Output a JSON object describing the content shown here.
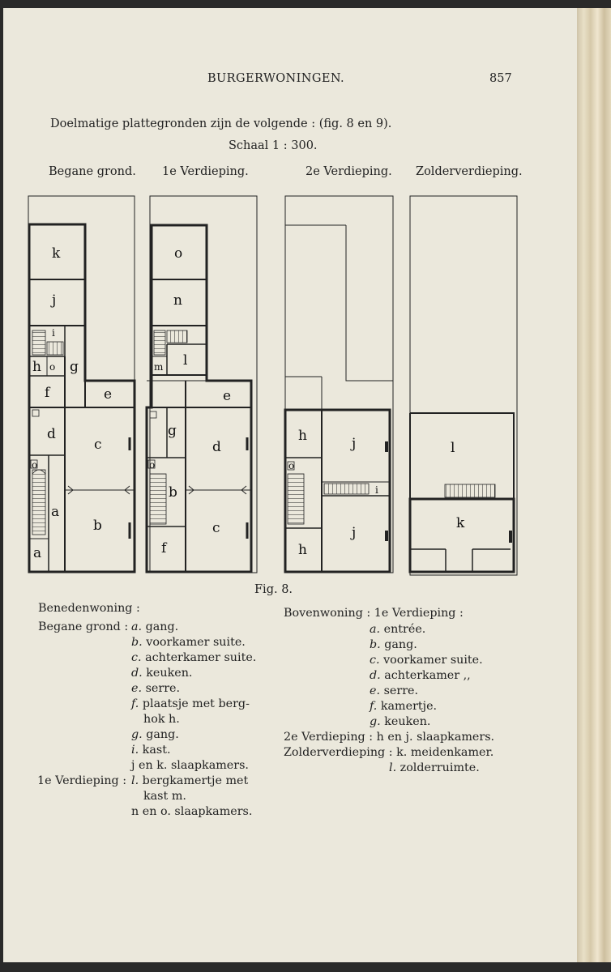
{
  "header": {
    "title": "BURGERWONINGEN.",
    "page_number": "857"
  },
  "intro": "Doelmatige plattegronden zijn de volgende : (fig. 8 en 9).",
  "scale": "Schaal 1 : 300.",
  "floor_titles": [
    "Begane grond.",
    "1e Verdieping.",
    "2e Verdieping.",
    "Zolderverdieping."
  ],
  "figure_caption": "Fig. 8.",
  "room_labels": {
    "ground": [
      "k",
      "j",
      "i",
      "h",
      "o",
      "g",
      "f",
      "e",
      "d",
      "c",
      "b",
      "a",
      "a",
      "o"
    ],
    "first": [
      "o",
      "n",
      "m",
      "l",
      "e",
      "g",
      "d",
      "b",
      "c",
      "f",
      "o"
    ],
    "second": [
      "h",
      "j",
      "j",
      "h",
      "i",
      "o"
    ],
    "attic": [
      "l",
      "k"
    ]
  },
  "legend_left": {
    "heading": "Benedenwoning :",
    "ground_label": "Begane grond :",
    "ground_items": [
      {
        "key": "a.",
        "text": "gang."
      },
      {
        "key": "b.",
        "text": "voorkamer suite."
      },
      {
        "key": "c.",
        "text": "achterkamer suite."
      },
      {
        "key": "d.",
        "text": "keuken."
      },
      {
        "key": "e.",
        "text": "serre."
      },
      {
        "key": "f.",
        "text": "plaatsje met berg-"
      },
      {
        "key": "",
        "text": "hok h."
      },
      {
        "key": "g.",
        "text": "gang."
      },
      {
        "key": "i.",
        "text": "kast."
      },
      {
        "key": "",
        "text": "j en k. slaapkamers."
      }
    ],
    "first_label": "1e Verdieping :",
    "first_items": [
      {
        "key": "l.",
        "text": "bergkamertje met"
      },
      {
        "key": "",
        "text": "kast m."
      },
      {
        "key": "",
        "text": "n en o. slaapkamers."
      }
    ]
  },
  "legend_right": {
    "heading": "Bovenwoning : 1e Verdieping :",
    "items": [
      {
        "key": "a.",
        "text": "entrée."
      },
      {
        "key": "b.",
        "text": "gang."
      },
      {
        "key": "c.",
        "text": "voorkamer suite."
      },
      {
        "key": "d.",
        "text": "achterkamer ,,"
      },
      {
        "key": "e.",
        "text": "serre."
      },
      {
        "key": "f.",
        "text": "kamertje."
      },
      {
        "key": "g.",
        "text": "keuken."
      }
    ],
    "second_line": "2e Verdieping : h en j. slaapkamers.",
    "attic_line": "Zolderverdieping : k. meidenkamer.",
    "attic_item": {
      "key": "l.",
      "text": "zolderruimte."
    }
  }
}
